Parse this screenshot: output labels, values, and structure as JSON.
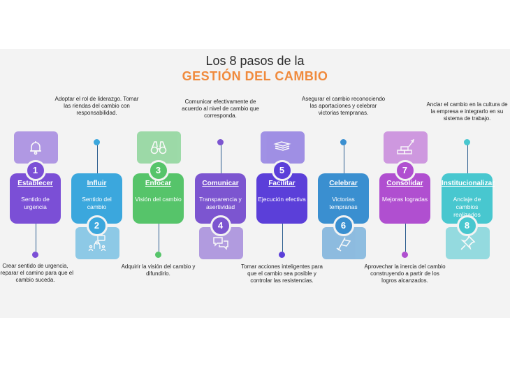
{
  "title": {
    "line1": "Los 8 pasos de la",
    "line2": "GESTIÓN DEL CAMBIO"
  },
  "steps": [
    {
      "number": "1",
      "name": "Establecer",
      "desc": "Sentido de urgencia",
      "note": "Crear sentido de urgencia, preparar el camino para que el cambio suceda.",
      "icon": "bell-icon",
      "color": "#7b4fd6"
    },
    {
      "number": "2",
      "name": "Influir",
      "desc": "Sentido del cambio",
      "note": "Adoptar el rol de liderazgo. Tomar las riendas del cambio con responsabilidad.",
      "icon": "leader-presentation-icon",
      "color": "#3ba7dd"
    },
    {
      "number": "3",
      "name": "Enfocar",
      "desc": "Visión del cambio",
      "note": "Adquirir la visión del cambio y difundirlo.",
      "icon": "binoculars-icon",
      "color": "#56c46a"
    },
    {
      "number": "4",
      "name": "Comunicar",
      "desc": "Transparencia y asertividad",
      "note": "Comunicar efectivamente de acuerdo al nivel de cambio que corresponda.",
      "icon": "chat-bubbles-icon",
      "color": "#7c55d0"
    },
    {
      "number": "5",
      "name": "Facilitar",
      "desc": "Ejecución efectiva",
      "note": "Tomar acciones inteligentes para que el cambio sea posible y controlar las resistencias.",
      "icon": "open-book-icon",
      "color": "#5b3fd9"
    },
    {
      "number": "6",
      "name": "Celebrar",
      "desc": "Victorias tempranas",
      "note": "Asegurar el cambio reconociendo las aportaciones y celebrar victorias tempranas.",
      "icon": "flag-icon",
      "color": "#3a8fd0"
    },
    {
      "number": "7",
      "name": "Consolidar",
      "desc": "Mejoras logradas",
      "note": "Aprovechar la inercia del cambio construyendo a partir de los logros alcanzados.",
      "icon": "brick-trowel-icon",
      "color": "#b04fd0"
    },
    {
      "number": "8",
      "name": "Institucionalizar",
      "desc": "Anclaje de cambios realizados",
      "note": "Anclar el cambio en la cultura de la empresa e integrarlo en su sistema de trabajo.",
      "icon": "pin-icon",
      "color": "#48c7cf"
    }
  ]
}
